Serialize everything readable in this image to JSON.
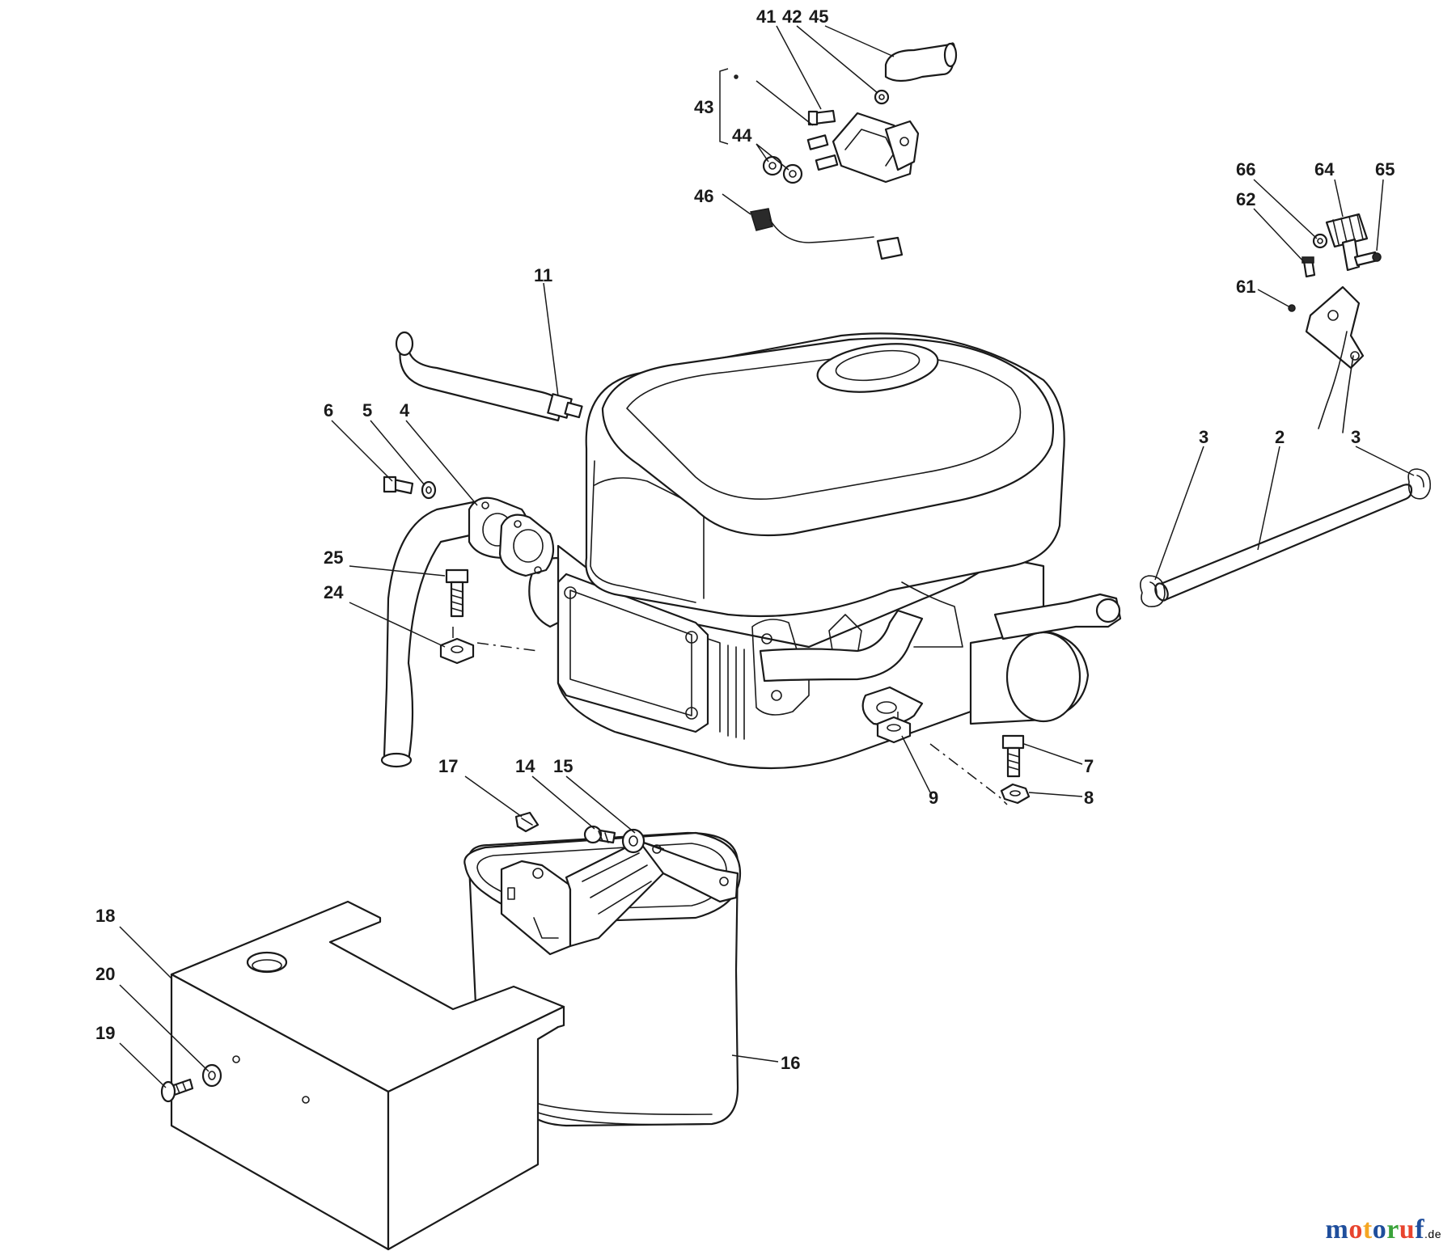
{
  "callouts": {
    "c41": "41",
    "c42": "42",
    "c45": "45",
    "c43": "43",
    "c44": "44",
    "c46": "46",
    "c11": "11",
    "c6": "6",
    "c5": "5",
    "c4": "4",
    "c25": "25",
    "c24": "24",
    "c66": "66",
    "c64": "64",
    "c65": "65",
    "c62": "62",
    "c61": "61",
    "c3a": "3",
    "c2": "2",
    "c3b": "3",
    "c7": "7",
    "c8": "8",
    "c9": "9",
    "c17": "17",
    "c14": "14",
    "c15": "15",
    "c18": "18",
    "c20": "20",
    "c19": "19",
    "c16": "16"
  },
  "watermark": {
    "text": "motoruf",
    "suffix": ".de",
    "colors": [
      "#1f4e9c",
      "#e8442e",
      "#f5a623",
      "#1f4e9c",
      "#3aa33a",
      "#e8442e",
      "#1f4e9c"
    ]
  }
}
